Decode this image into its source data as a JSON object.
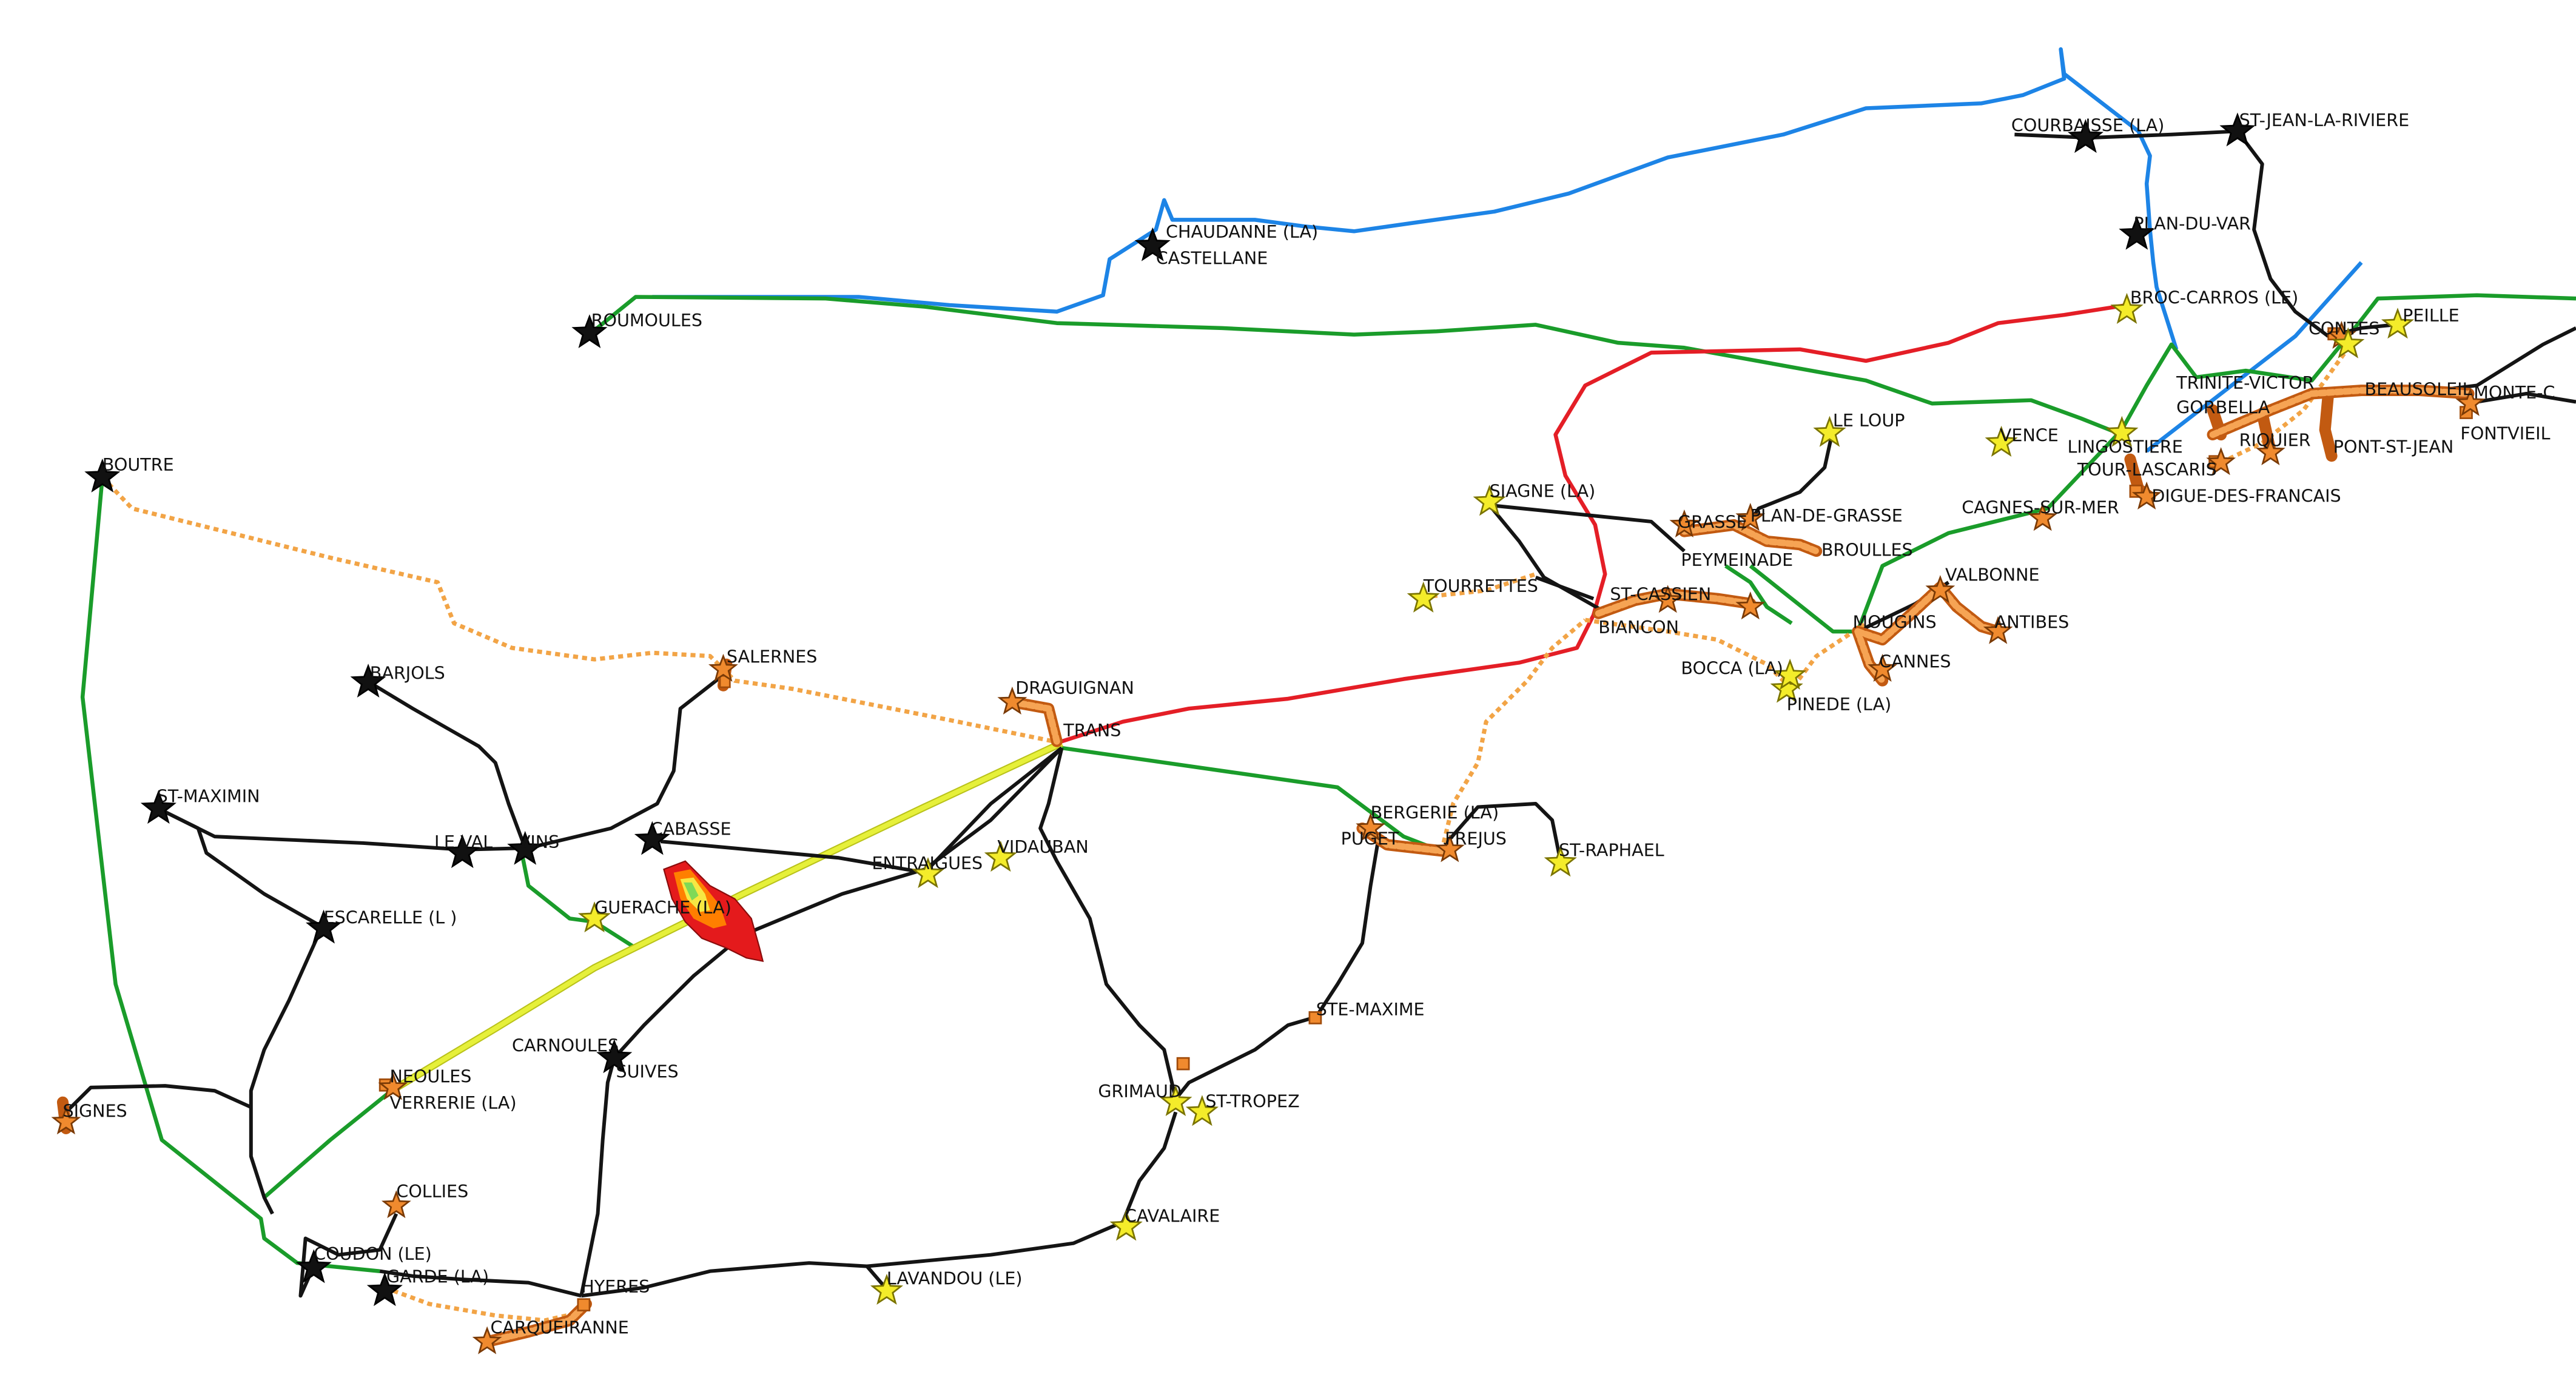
{
  "map": {
    "colors": {
      "background": "#ffffff",
      "black_line": "#141414",
      "green_line": "#1a9c2a",
      "blue_line": "#1d84e6",
      "red_line": "#e41e26",
      "yellow_line": "#e6f03a",
      "orange_dotted": "#f2a446",
      "orange_station": "#f08a2e",
      "black_star": "#111111",
      "yellow_star": "#f4ec2a",
      "fire_red": "#e41a1c",
      "fire_orange": "#ff7f00",
      "fire_yellow": "#f6e843",
      "fire_green": "#7ed957"
    },
    "labels": [
      {
        "id": "courbaisse",
        "text": "COURBAISSE (LA)"
      },
      {
        "id": "st-jean-la-riviere",
        "text": "ST-JEAN-LA-RIVIERE"
      },
      {
        "id": "chaudanne",
        "text": "CHAUDANNE (LA)"
      },
      {
        "id": "castellane",
        "text": "CASTELLANE"
      },
      {
        "id": "plan-du-var",
        "text": "PLAN-DU-VAR"
      },
      {
        "id": "broc-carros",
        "text": "BROC-CARROS (LE)"
      },
      {
        "id": "roumoules",
        "text": "ROUMOULES"
      },
      {
        "id": "peille",
        "text": "PEILLE"
      },
      {
        "id": "contes",
        "text": "CONTES"
      },
      {
        "id": "trinite-victor",
        "text": "TRINITE-VICTOR"
      },
      {
        "id": "beausoleil",
        "text": "BEAUSOLEIL"
      },
      {
        "id": "monte-carlo",
        "text": "MONTE-C"
      },
      {
        "id": "gorbella",
        "text": "GORBELLA"
      },
      {
        "id": "fontvieille",
        "text": "FONTVIEIL"
      },
      {
        "id": "le-loup",
        "text": "LE LOUP"
      },
      {
        "id": "vence",
        "text": "VENCE"
      },
      {
        "id": "lingostiere",
        "text": "LINGOSTIERE"
      },
      {
        "id": "riquier",
        "text": "RIQUIER"
      },
      {
        "id": "pont-st-jean",
        "text": "PONT-ST-JEAN"
      },
      {
        "id": "tour-lascaris",
        "text": "TOUR-LASCARIS"
      },
      {
        "id": "digue-des-francais",
        "text": "DIGUE-DES-FRANCAIS"
      },
      {
        "id": "boutre",
        "text": "BOUTRE"
      },
      {
        "id": "siagne",
        "text": "SIAGNE (LA)"
      },
      {
        "id": "grasse",
        "text": "GRASSE"
      },
      {
        "id": "plan-de-grasse",
        "text": "PLAN-DE-GRASSE"
      },
      {
        "id": "cagnes-sur-mer",
        "text": "CAGNES-SUR-MER"
      },
      {
        "id": "broulles",
        "text": "BROULLES"
      },
      {
        "id": "peymeinade",
        "text": "PEYMEINADE"
      },
      {
        "id": "tourrettes",
        "text": "TOURRETTES"
      },
      {
        "id": "valbonne",
        "text": "VALBONNE"
      },
      {
        "id": "st-cassien",
        "text": "ST-CASSIEN"
      },
      {
        "id": "biancon",
        "text": "BIANCON"
      },
      {
        "id": "mougins",
        "text": "MOUGINS"
      },
      {
        "id": "antibes",
        "text": "ANTIBES"
      },
      {
        "id": "salernes",
        "text": "SALERNES"
      },
      {
        "id": "barjols",
        "text": "BARJOLS"
      },
      {
        "id": "bocca",
        "text": "BOCCA (LA)"
      },
      {
        "id": "cannes",
        "text": "CANNES"
      },
      {
        "id": "draguignan",
        "text": "DRAGUIGNAN"
      },
      {
        "id": "pinede",
        "text": "PINEDE (LA)"
      },
      {
        "id": "trans",
        "text": "TRANS"
      },
      {
        "id": "st-maximin",
        "text": "ST-MAXIMIN"
      },
      {
        "id": "bergerie",
        "text": "BERGERIE (LA)"
      },
      {
        "id": "cabasse",
        "text": "CABASSE"
      },
      {
        "id": "le-val",
        "text": "LE VAL"
      },
      {
        "id": "vins",
        "text": "VINS"
      },
      {
        "id": "puget",
        "text": "PUGET"
      },
      {
        "id": "frejus",
        "text": "FREJUS"
      },
      {
        "id": "st-raphael",
        "text": "ST-RAPHAEL"
      },
      {
        "id": "entraigues",
        "text": "ENTRAIGUES"
      },
      {
        "id": "vidauban",
        "text": "VIDAUBAN"
      },
      {
        "id": "gueracher",
        "text": "GUERACHE (LA)"
      },
      {
        "id": "escarelle",
        "text": "ESCARELLE (L )"
      },
      {
        "id": "ste-maxime",
        "text": "STE-MAXIME"
      },
      {
        "id": "carnoules",
        "text": "CARNOULES"
      },
      {
        "id": "suives",
        "text": "SUIVES"
      },
      {
        "id": "neoules",
        "text": "NEOULES"
      },
      {
        "id": "verrerie",
        "text": "VERRERIE (LA)"
      },
      {
        "id": "grimaud",
        "text": "GRIMAUD"
      },
      {
        "id": "st-tropez",
        "text": "ST-TROPEZ"
      },
      {
        "id": "signes",
        "text": "SIGNES"
      },
      {
        "id": "collies",
        "text": "COLLIES"
      },
      {
        "id": "cavalaire",
        "text": "CAVALAIRE"
      },
      {
        "id": "coudon",
        "text": "COUDON (LE)"
      },
      {
        "id": "garde",
        "text": "GARDE (LA)"
      },
      {
        "id": "hyeres",
        "text": "HYERES"
      },
      {
        "id": "lavandou",
        "text": "LAVANDOU (LE)"
      },
      {
        "id": "carqueiranne",
        "text": "CARQUEIRANNE"
      }
    ]
  }
}
